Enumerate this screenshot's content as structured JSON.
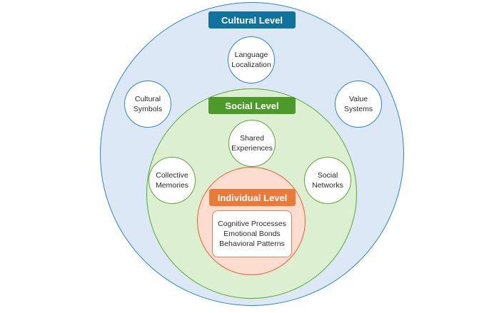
{
  "colors": {
    "cultural_fill": "#dce8f5",
    "cultural_border": "#2e86c1",
    "cultural_badge": "#12729e",
    "social_fill": "#dcefd0",
    "social_border": "#5aa832",
    "social_badge": "#4c9a2a",
    "individual_fill": "#fcddd0",
    "individual_border": "#e8603c",
    "individual_badge": "#ea7a3a"
  },
  "cultural": {
    "title": "Cultural Level",
    "nodes": [
      {
        "line1": "Language",
        "line2": "Localization"
      },
      {
        "line1": "Cultural",
        "line2": "Symbols"
      },
      {
        "line1": "Value",
        "line2": "Systems"
      }
    ]
  },
  "social": {
    "title": "Social Level",
    "nodes": [
      {
        "line1": "Shared",
        "line2": "Experiences"
      },
      {
        "line1": "Collective",
        "line2": "Memories"
      },
      {
        "line1": "Social",
        "line2": "Networks"
      }
    ]
  },
  "individual": {
    "title": "Individual Level",
    "items": [
      "Cognitive Processes",
      "Emotional Bonds",
      "Behavioral Patterns"
    ]
  }
}
